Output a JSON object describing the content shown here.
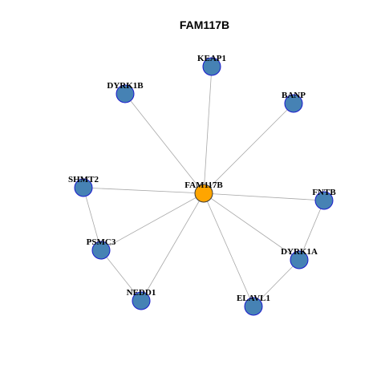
{
  "title": "FAM117B",
  "colors": {
    "center_fill": "#FFA500",
    "center_stroke": "#3a3a3a",
    "node_fill": "#4682B4",
    "node_stroke": "#1a1acd",
    "edge": "#a8a8a8",
    "label": "#000000"
  },
  "nodes": [
    {
      "id": "FAM117B",
      "label": "FAM117B",
      "center": true
    },
    {
      "id": "KEAP1",
      "label": "KEAP1"
    },
    {
      "id": "DYRK1B",
      "label": "DYRK1B"
    },
    {
      "id": "BANP",
      "label": "BANP"
    },
    {
      "id": "SHMT2",
      "label": "SHMT2"
    },
    {
      "id": "FNTB",
      "label": "FNTB"
    },
    {
      "id": "PSMC3",
      "label": "PSMC3"
    },
    {
      "id": "DYRK1A",
      "label": "DYRK1A"
    },
    {
      "id": "NEDD1",
      "label": "NEDD1"
    },
    {
      "id": "ELAVL1",
      "label": "ELAVL1"
    }
  ],
  "edges": [
    [
      "FAM117B",
      "KEAP1"
    ],
    [
      "FAM117B",
      "DYRK1B"
    ],
    [
      "FAM117B",
      "BANP"
    ],
    [
      "FAM117B",
      "SHMT2"
    ],
    [
      "FAM117B",
      "FNTB"
    ],
    [
      "FAM117B",
      "PSMC3"
    ],
    [
      "FAM117B",
      "DYRK1A"
    ],
    [
      "FAM117B",
      "NEDD1"
    ],
    [
      "FAM117B",
      "ELAVL1"
    ],
    [
      "SHMT2",
      "PSMC3"
    ],
    [
      "PSMC3",
      "NEDD1"
    ],
    [
      "FNTB",
      "DYRK1A"
    ],
    [
      "DYRK1A",
      "ELAVL1"
    ]
  ]
}
